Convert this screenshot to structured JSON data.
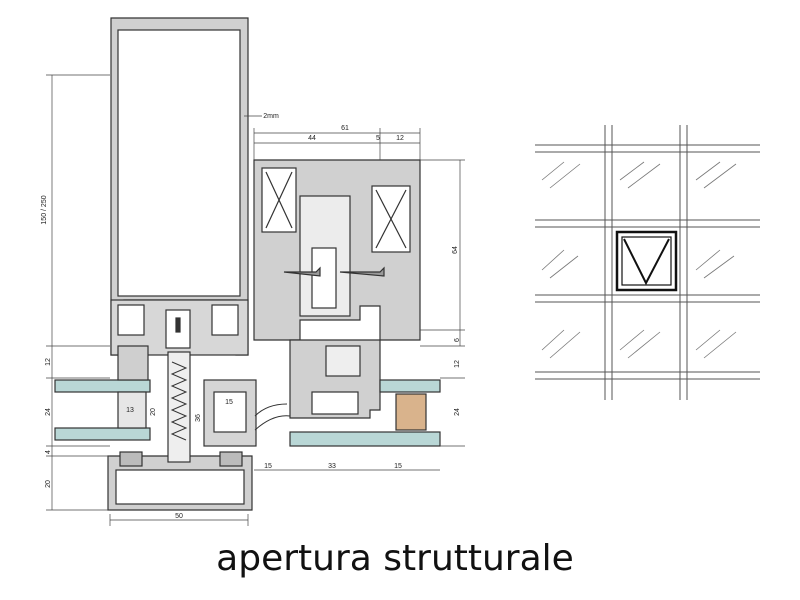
{
  "caption": "apertura strutturale",
  "section": {
    "dims": {
      "height_total": "150 / 250",
      "gap": "2mm",
      "top_overall": "61",
      "top_a": "44",
      "top_b": "5",
      "top_c": "12",
      "right_tall": "64",
      "right_small": "6",
      "right_mid": "12",
      "right_glass": "24",
      "left_top": "12",
      "left_glass": "24",
      "left_four": "4",
      "left_bottom": "20",
      "inner_13": "13",
      "inner_20": "20",
      "inner_36": "36",
      "inner_15": "15",
      "bottom_a": "15",
      "bottom_b": "33",
      "bottom_c": "15",
      "bottom_width": "50"
    }
  },
  "colors": {
    "line": "#333333",
    "profile_fill": "#c8c8c8",
    "glass": "#b9d7d6",
    "gasket": "#777777",
    "insulation": "#d9b38c"
  }
}
